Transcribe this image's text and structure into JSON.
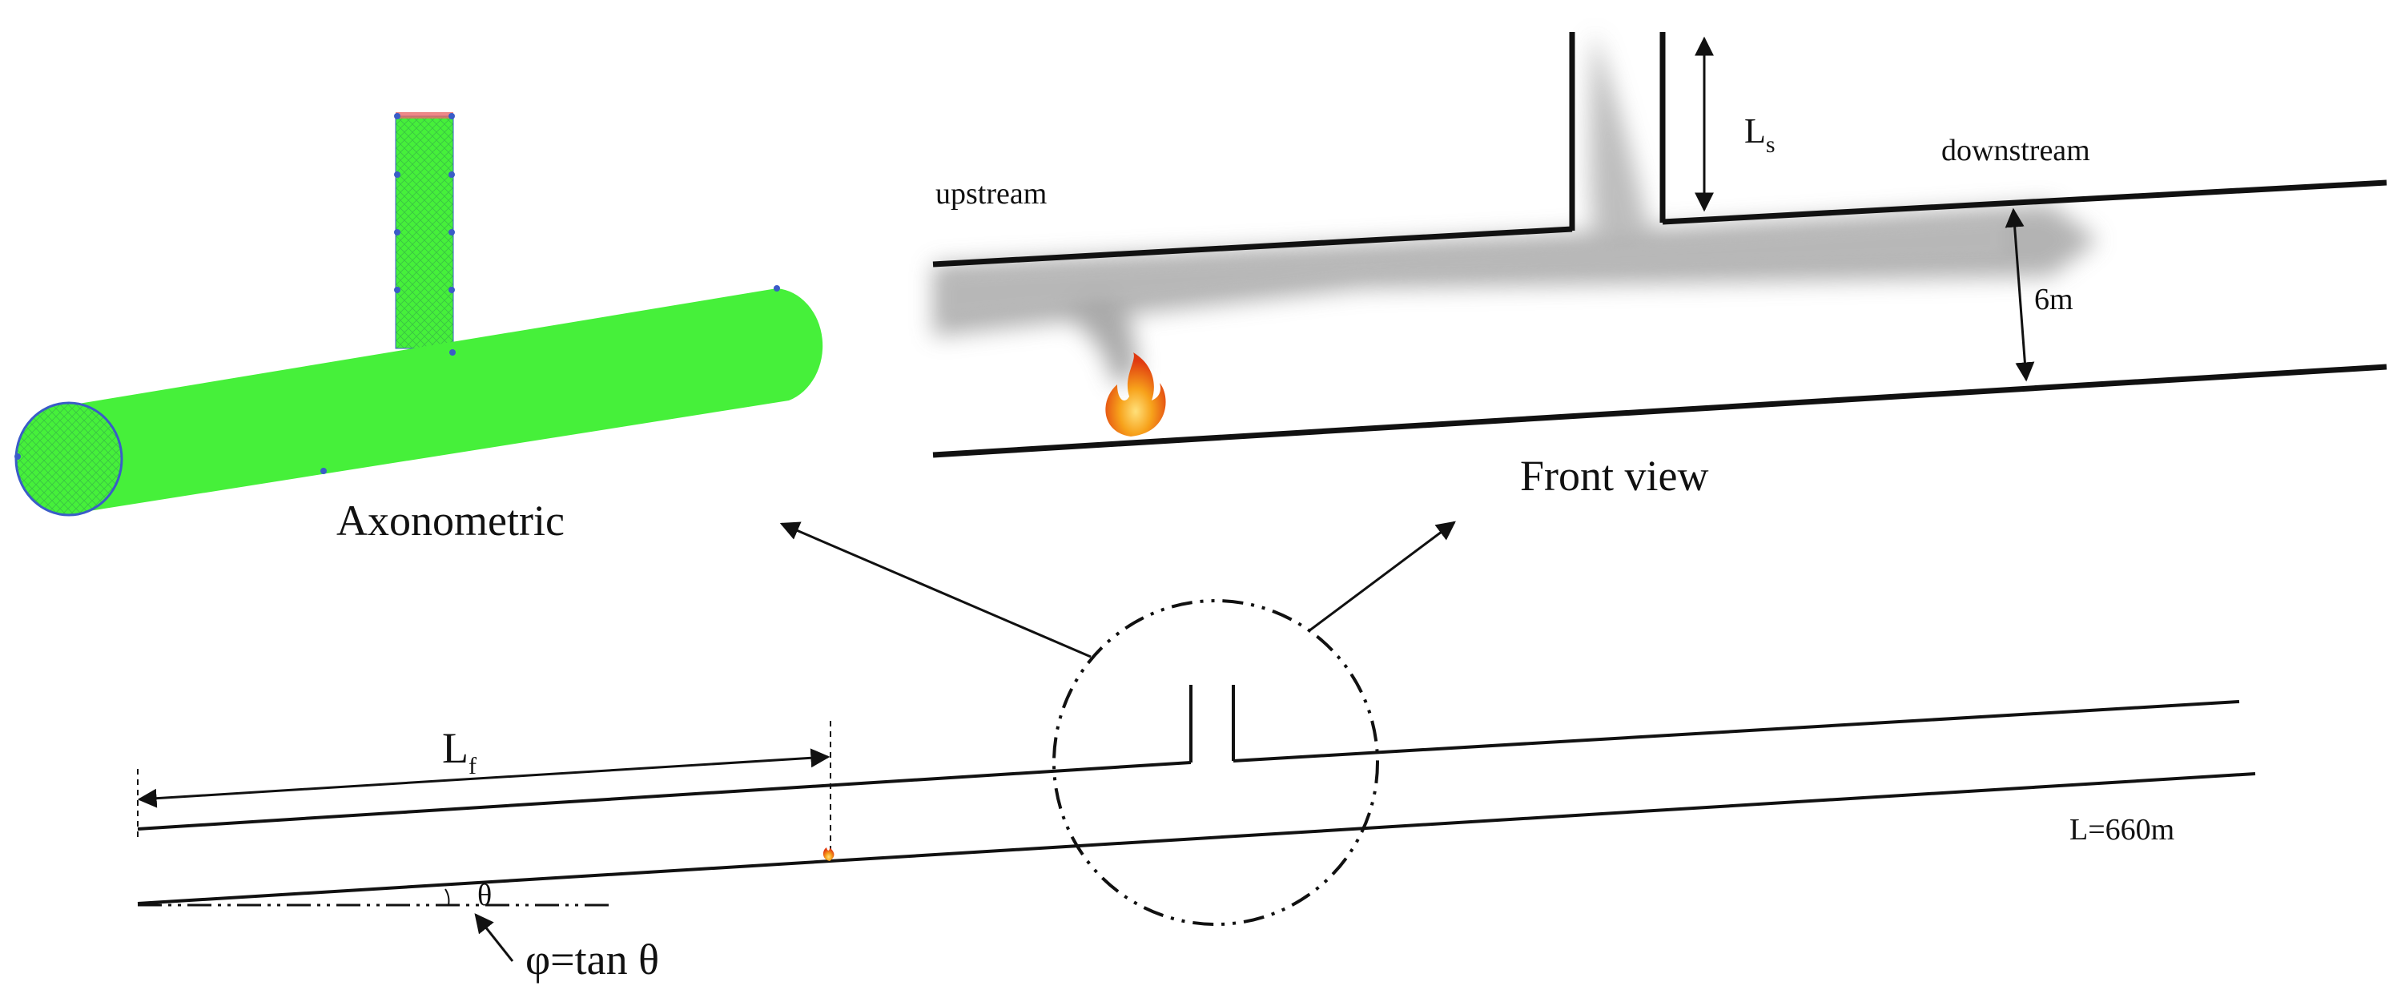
{
  "axonometric": {
    "caption": "Axonometric",
    "mesh_color": "#44F03A",
    "node_color": "#3A5CC8"
  },
  "front_view": {
    "caption": "Front view",
    "upstream_label": "upstream",
    "downstream_label": "downstream",
    "shaft_height_label": "L",
    "shaft_height_sub": "s",
    "tunnel_height_label": "6m",
    "smoke_color": "#9A9A9A",
    "fire_colors": [
      "#E03A10",
      "#F7A21B",
      "#FFE07A"
    ]
  },
  "overview": {
    "fire_distance_label": "L",
    "fire_distance_sub": "f",
    "length_label": "L=660m",
    "angle_symbol": "θ",
    "slope_label": "φ=tan θ"
  }
}
